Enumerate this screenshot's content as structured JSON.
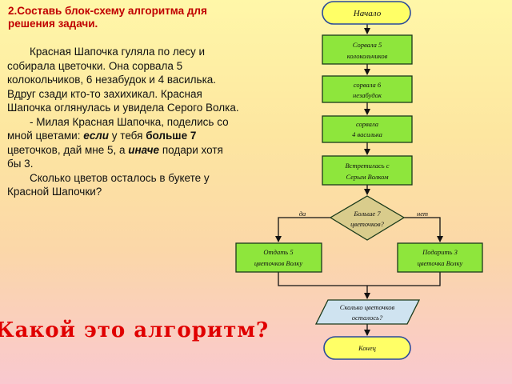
{
  "task": {
    "title": "2.Составь блок-схему алгоритма для решения задачи.",
    "p1": "Красная Шапочка гуляла по лесу и собирала цветочки. Она сорвала 5 колокольчиков, 6 незабудок и 4 василька. Вдруг сзади кто-то захихикал. Красная Шапочка оглянулась и увидела Серого Волка.",
    "p2_start": "- Милая Красная Шапочка, поделись со мной цветами: ",
    "p2_if": "если",
    "p2_mid1": " у тебя ",
    "p2_more": "больше 7",
    "p2_mid2": " цветочков, дай мне 5, а ",
    "p2_else": "иначе",
    "p2_end": " подари хотя бы 3.",
    "p3": "Сколько цветов осталось в букете у Красной Шапочки?"
  },
  "question": "Какой это алгоритм?",
  "flowchart": {
    "start": "Начало",
    "step1": [
      "Сорвала 5",
      "колокольчиков"
    ],
    "step2": [
      "сорвала 6",
      "незабудок"
    ],
    "step3": [
      "сорвала",
      "4 василька"
    ],
    "step4": [
      "Встретилась с",
      "Серым Волком"
    ],
    "condition": [
      "Больше 7",
      "цветочков?"
    ],
    "yes_label": "да",
    "no_label": "нет",
    "yes_action": [
      "Отдать 5",
      "цветочков Волку"
    ],
    "no_action": [
      "Подарить 3",
      "цветочка Волку"
    ],
    "output": [
      "Сколько цветочков",
      "осталось?"
    ],
    "end": "Конец",
    "colors": {
      "process_fill": "#8ee63c",
      "decision_fill": "#d9cc8c",
      "terminal_fill": "#ffff66",
      "output_fill": "#cfe3f0",
      "accent": "#e00000"
    }
  }
}
